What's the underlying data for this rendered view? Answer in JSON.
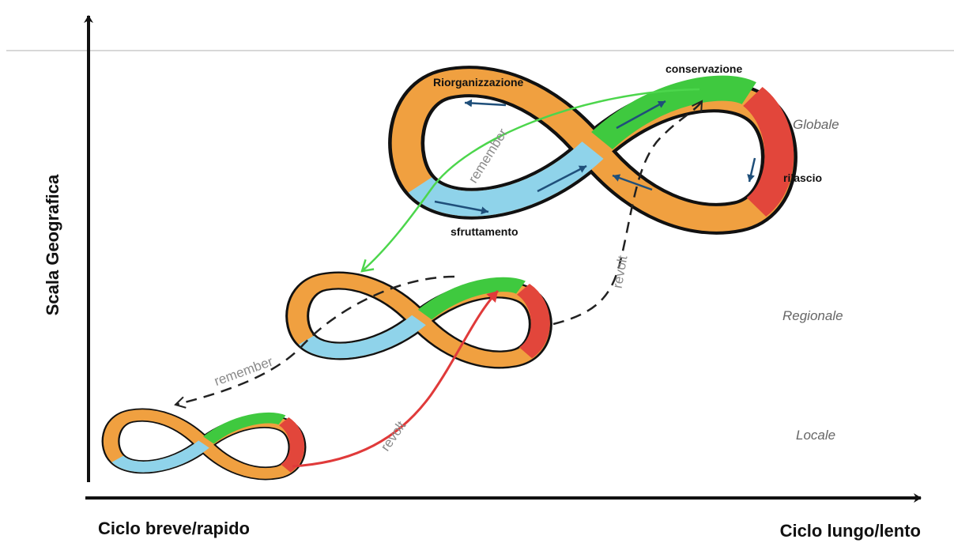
{
  "axes": {
    "y_label": "Scala Geografica",
    "x_left_label": "Ciclo breve/rapido",
    "x_right_label": "Ciclo lungo/lento"
  },
  "phases": {
    "reorganization": "Riorganizzazione",
    "conservation": "conservazione",
    "release": "rilascio",
    "exploitation": "sfruttamento"
  },
  "scales": {
    "global": "Globale",
    "regional": "Regionale",
    "local": "Locale"
  },
  "flows": {
    "remember_top": "remember",
    "remember_mid": "remember",
    "revolt_top": "revolt",
    "revolt_low": "revolt"
  },
  "colors": {
    "orange": "#f0a040",
    "blue": "#8fd3ea",
    "green": "#3fc93f",
    "red": "#e2463b",
    "remember_arrow": "#4cd64c",
    "revolt_arrow": "#e03a3a",
    "dashed_arrow": "#222222"
  }
}
